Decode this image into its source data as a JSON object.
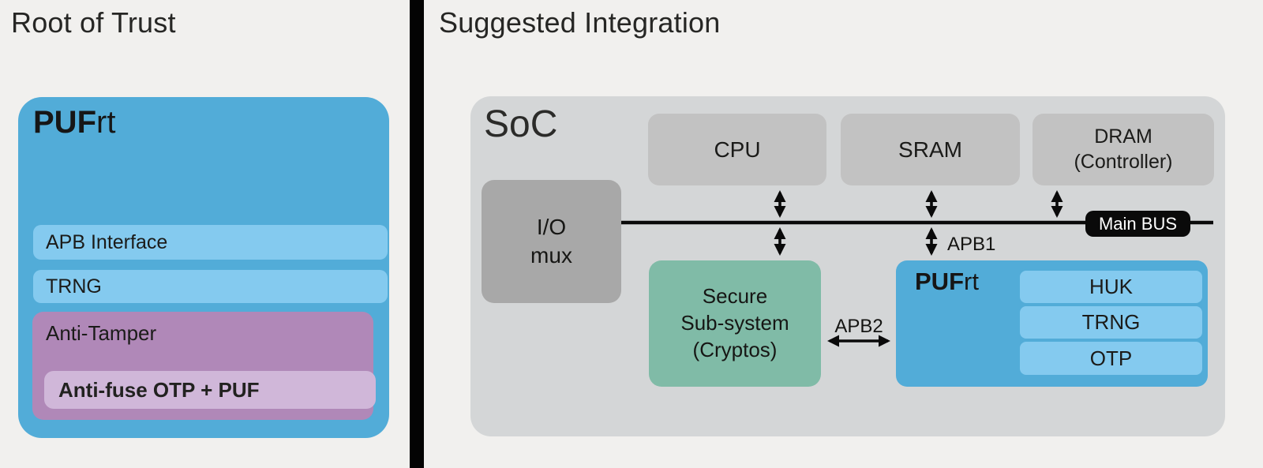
{
  "left_panel": {
    "title": "Root of Trust",
    "pufrt_block": {
      "title_bold": "PUF",
      "title_rest": "rt",
      "modules": [
        {
          "label": "APB Interface"
        },
        {
          "label": "TRNG"
        }
      ],
      "anti_tamper": {
        "label": "Anti-Tamper",
        "otp_label": "Anti-fuse OTP + PUF"
      }
    }
  },
  "right_panel": {
    "title": "Suggested Integration",
    "soc": {
      "label": "SoC",
      "cpu": "CPU",
      "sram": "SRAM",
      "dram": [
        "DRAM",
        "(Controller)"
      ],
      "io_mux": [
        "I/O",
        "mux"
      ],
      "main_bus": "Main BUS",
      "secure_subsystem": [
        "Secure",
        "Sub-system",
        "(Cryptos)"
      ],
      "pufrt_block": {
        "title_bold": "PUF",
        "title_rest": "rt",
        "modules": [
          {
            "label": "HUK"
          },
          {
            "label": "TRNG"
          },
          {
            "label": "OTP"
          }
        ]
      },
      "bus_labels": {
        "apb1": "APB1",
        "apb2": "APB2"
      }
    }
  },
  "colors": {
    "background": "#f1f0ee",
    "divider": "#030303",
    "pufrt_blue": "#52acd8",
    "module_light_blue": "#84caef",
    "anti_tamper_purple": "#b088b8",
    "otp_light_purple": "#d0b7d9",
    "soc_gray": "#d4d6d7",
    "block_gray": "#c2c2c2",
    "mux_gray": "#a8a8a8",
    "secure_green": "#80bba7",
    "bus_black": "#0a0a0a",
    "text_dark": "#1d1d1b"
  }
}
